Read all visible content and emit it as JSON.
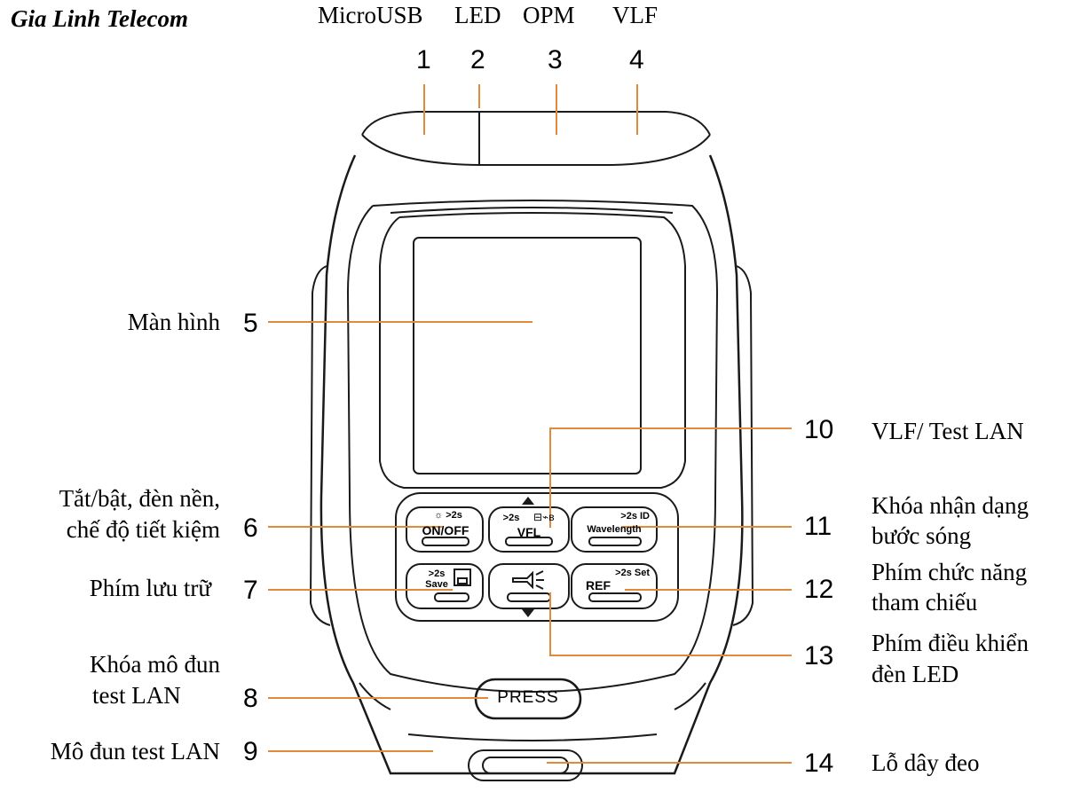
{
  "brand": "Gia Linh Telecom",
  "top_labels": [
    {
      "num": "1",
      "text": "MicroUSB"
    },
    {
      "num": "2",
      "text": "LED"
    },
    {
      "num": "3",
      "text": "OPM"
    },
    {
      "num": "4",
      "text": "VLF"
    }
  ],
  "callouts": [
    {
      "num": "5",
      "lines": [
        "Màn hình"
      ]
    },
    {
      "num": "6",
      "lines": [
        "Tắt/bật, đèn nền,",
        "chế độ tiết kiệm"
      ]
    },
    {
      "num": "7",
      "lines": [
        "Phím lưu trữ"
      ]
    },
    {
      "num": "8",
      "lines": [
        "Khóa mô đun",
        "test LAN"
      ]
    },
    {
      "num": "9",
      "lines": [
        "Mô đun test LAN"
      ]
    },
    {
      "num": "10",
      "lines": [
        "VLF/ Test LAN"
      ]
    },
    {
      "num": "11",
      "lines": [
        "Khóa nhận dạng",
        "bước sóng"
      ]
    },
    {
      "num": "12",
      "lines": [
        "Phím chức năng",
        "tham chiếu"
      ]
    },
    {
      "num": "13",
      "lines": [
        "Phím điều khiển",
        "đèn LED"
      ]
    },
    {
      "num": "14",
      "lines": [
        "Lỗ dây đeo"
      ]
    }
  ],
  "keys": {
    "onoff_top": ">2s",
    "onoff": "ON/OFF",
    "vfl_top": ">2s",
    "vfl": "VFL",
    "wave_top": ">2s ID",
    "wave": "Wavelength",
    "save_top": ">2s",
    "save": "Save",
    "ref_top": ">2s Set",
    "ref": "REF",
    "press": "PRESS"
  },
  "colors": {
    "leader": "#e08a3a",
    "outline": "#1a1a1a"
  }
}
